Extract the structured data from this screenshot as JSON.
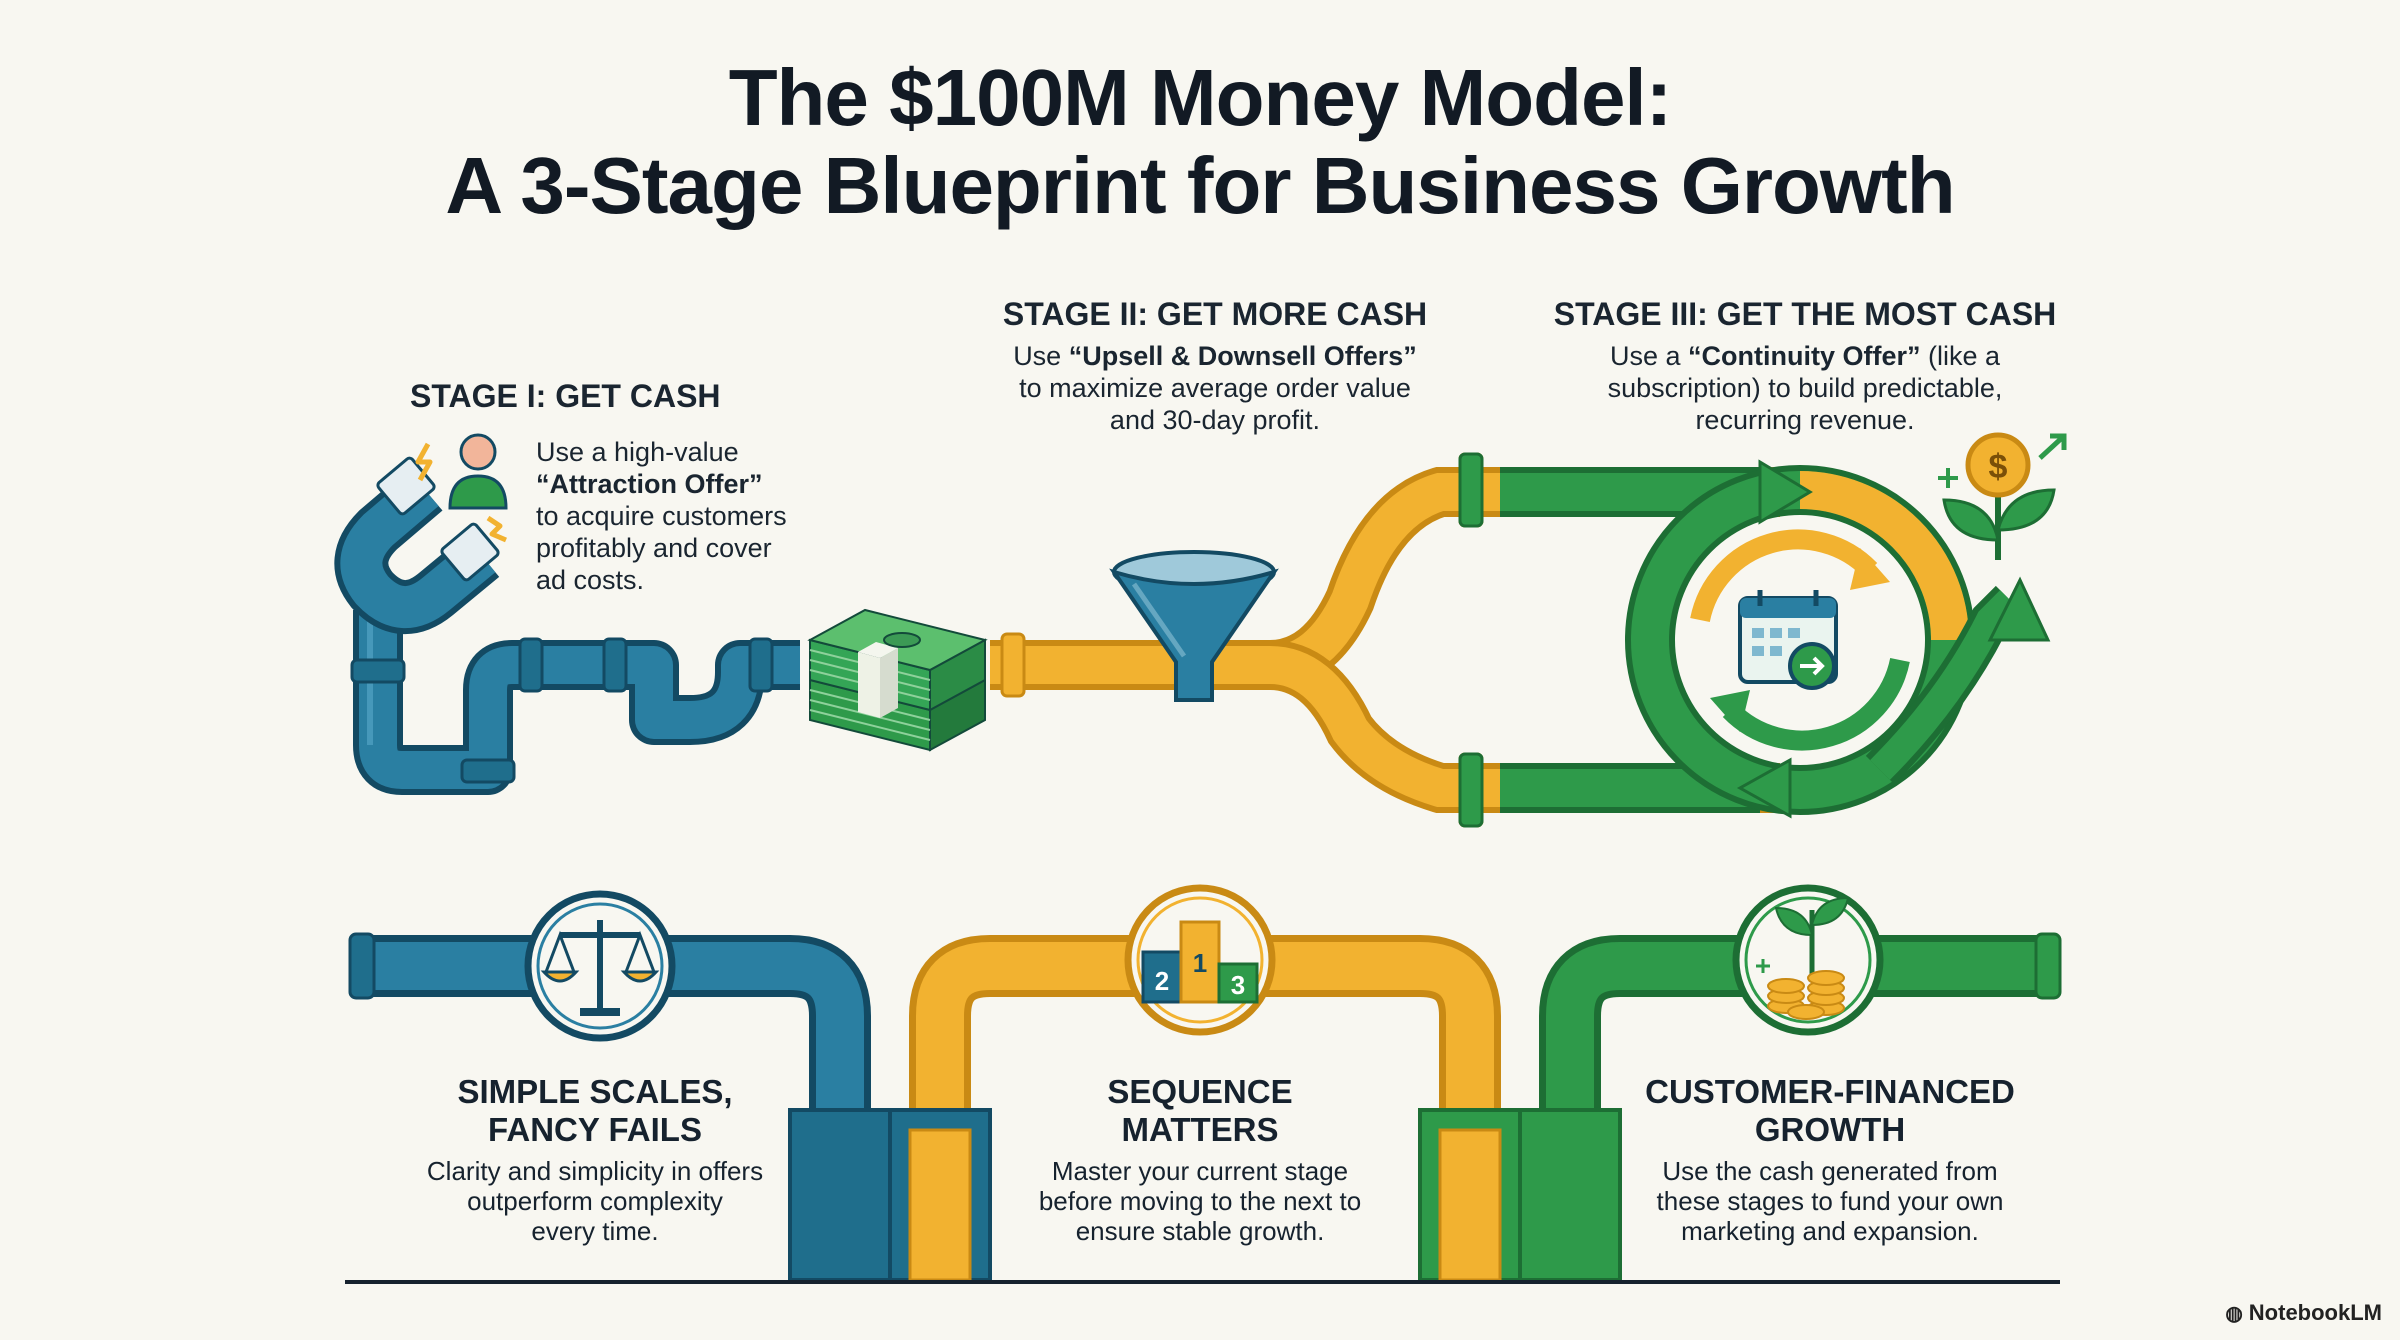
{
  "title_line1": "The $100M Money Model:",
  "title_line2": "A 3-Stage Blueprint for Business Growth",
  "stages": [
    {
      "heading": "STAGE I: GET CASH",
      "line1": "Use a high-value",
      "offer": "“Attraction Offer”",
      "line3": "to acquire customers",
      "line4": "profitably and cover",
      "line5": "ad costs.",
      "icon": "magnet-icon"
    },
    {
      "heading": "STAGE II: GET MORE CASH",
      "line1_pre": "Use ",
      "offer": "“Upsell & Downsell Offers”",
      "line2": "to maximize average order value",
      "line3": "and 30-day profit.",
      "icon": "funnel-icon"
    },
    {
      "heading": "STAGE III: GET THE MOST CASH",
      "line1_pre": "Use a ",
      "offer": "“Continuity Offer”",
      "line1_post": " (like a",
      "line2": "subscription) to build predictable,",
      "line3": "recurring revenue.",
      "icon": "recurring-cycle-icon"
    }
  ],
  "badge_labels": [
    "2",
    "1",
    "3"
  ],
  "principles": [
    {
      "heading_line1": "SIMPLE SCALES,",
      "heading_line2": "FANCY FAILS",
      "text_line1": "Clarity and simplicity in offers",
      "text_line2": "outperform complexity",
      "text_line3": "every time.",
      "icon": "balance-scale-icon"
    },
    {
      "heading_line1": "SEQUENCE",
      "heading_line2": "MATTERS",
      "text_line1": "Master your current stage",
      "text_line2": "before moving to the next to",
      "text_line3": "ensure stable growth.",
      "icon": "podium-icon"
    },
    {
      "heading_line1": "CUSTOMER-FINANCED",
      "heading_line2": "GROWTH",
      "text_line1": "Use the cash generated from",
      "text_line2": "these stages to fund your own",
      "text_line3": "marketing and expansion.",
      "icon": "plant-coins-icon"
    }
  ],
  "brand": "NotebookLM",
  "colors": {
    "blue": "#1f6e8c",
    "blue_dark": "#134a63",
    "gold": "#f2b230",
    "gold_dark": "#c98a14",
    "green": "#2e9a4a",
    "green_dark": "#1d6e34",
    "ink": "#16222e",
    "background": "#f8f7f1"
  }
}
